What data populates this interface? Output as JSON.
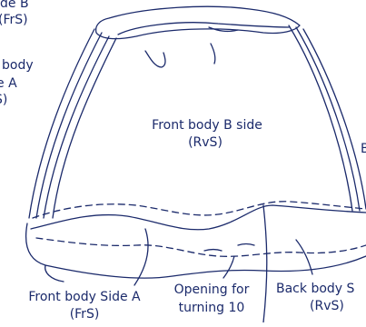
{
  "colors": {
    "ink": "#1b2a6b",
    "background": "#ffffff"
  },
  "labels": {
    "top_left_partial": [
      "de B",
      "(FrS)"
    ],
    "left_partial": [
      "body",
      "e A",
      "S)"
    ],
    "center": [
      "Front body B side",
      "(RvS)"
    ],
    "right_edge_partial": "B",
    "front_body_side_a": [
      "Front body Side A",
      "(FrS)"
    ],
    "opening": [
      "Opening for",
      "turning 10"
    ],
    "back_body": [
      "Back body S",
      "(RvS)"
    ]
  }
}
